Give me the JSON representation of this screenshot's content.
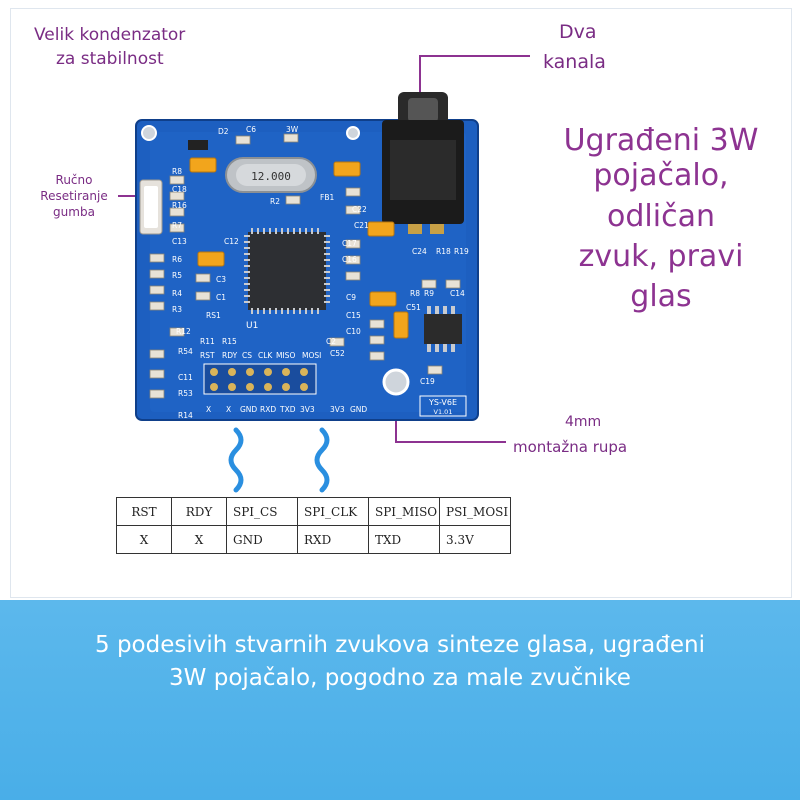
{
  "labels": {
    "capacitor_line1": "Velik kondenzator",
    "capacitor_line2": "za stabilnost",
    "reset_line1": "Ručno",
    "reset_line2": "Resetiranje",
    "reset_line3": "gumba",
    "channels_line1": "Dva",
    "channels_line2": "kanala",
    "amplifier_lines": [
      "Ugrađeni 3W",
      "pojačalo,",
      "odličan",
      "zvuk, pravi",
      "glas"
    ],
    "hole_line1": "4mm",
    "hole_line2": "montažna rupa"
  },
  "board": {
    "silkscreen_top": [
      "D2",
      "C6",
      "3W",
      "C18",
      "R16",
      "C13",
      "C12",
      "R2",
      "FB1",
      "C22",
      "C17",
      "C16",
      "C21",
      "C24",
      "R18",
      "R19"
    ],
    "silkscreen_left": [
      "R6",
      "R5",
      "R4",
      "R3",
      "R12",
      "R7",
      "R8",
      "RS1",
      "C3",
      "C1",
      "R11",
      "R15",
      "R54",
      "R53",
      "R14",
      "C11"
    ],
    "silkscreen_right": [
      "R9",
      "R8",
      "C14",
      "C9",
      "C15",
      "C10",
      "C51",
      "C19",
      "C52",
      "C2"
    ],
    "crystal_label": "12.000",
    "chip_label": "U1",
    "header_top_labels": [
      "RST",
      "RDY",
      "CS",
      "CLK",
      "MISO",
      "MOSI"
    ],
    "header_bottom_labels": [
      "X",
      "X",
      "GND",
      "RXD",
      "TXD",
      "3V3",
      "3V3",
      "GND"
    ],
    "model": "YS-V6E",
    "version": "V1.01",
    "colors": {
      "pcb": "#1d5fc0",
      "pcb_dark": "#174da0",
      "silk": "#ffffff",
      "pad": "#d9b45a",
      "led": "#f2a51c",
      "wave": "#2a8fe0"
    }
  },
  "pin_table": {
    "header": [
      "RST",
      "RDY",
      "SPI_CS",
      "SPI_CLK",
      "SPI_MISO",
      "PSI_MOSI"
    ],
    "row": [
      "X",
      "X",
      "GND",
      "RXD",
      "TXD",
      "3.3V"
    ]
  },
  "banner": {
    "line1": "5 podesivih stvarnih zvukova sinteze glasa, ugrađeni",
    "line2": "3W pojačalo, pogodno za male zvučnike",
    "color": "#4fb2ea"
  }
}
